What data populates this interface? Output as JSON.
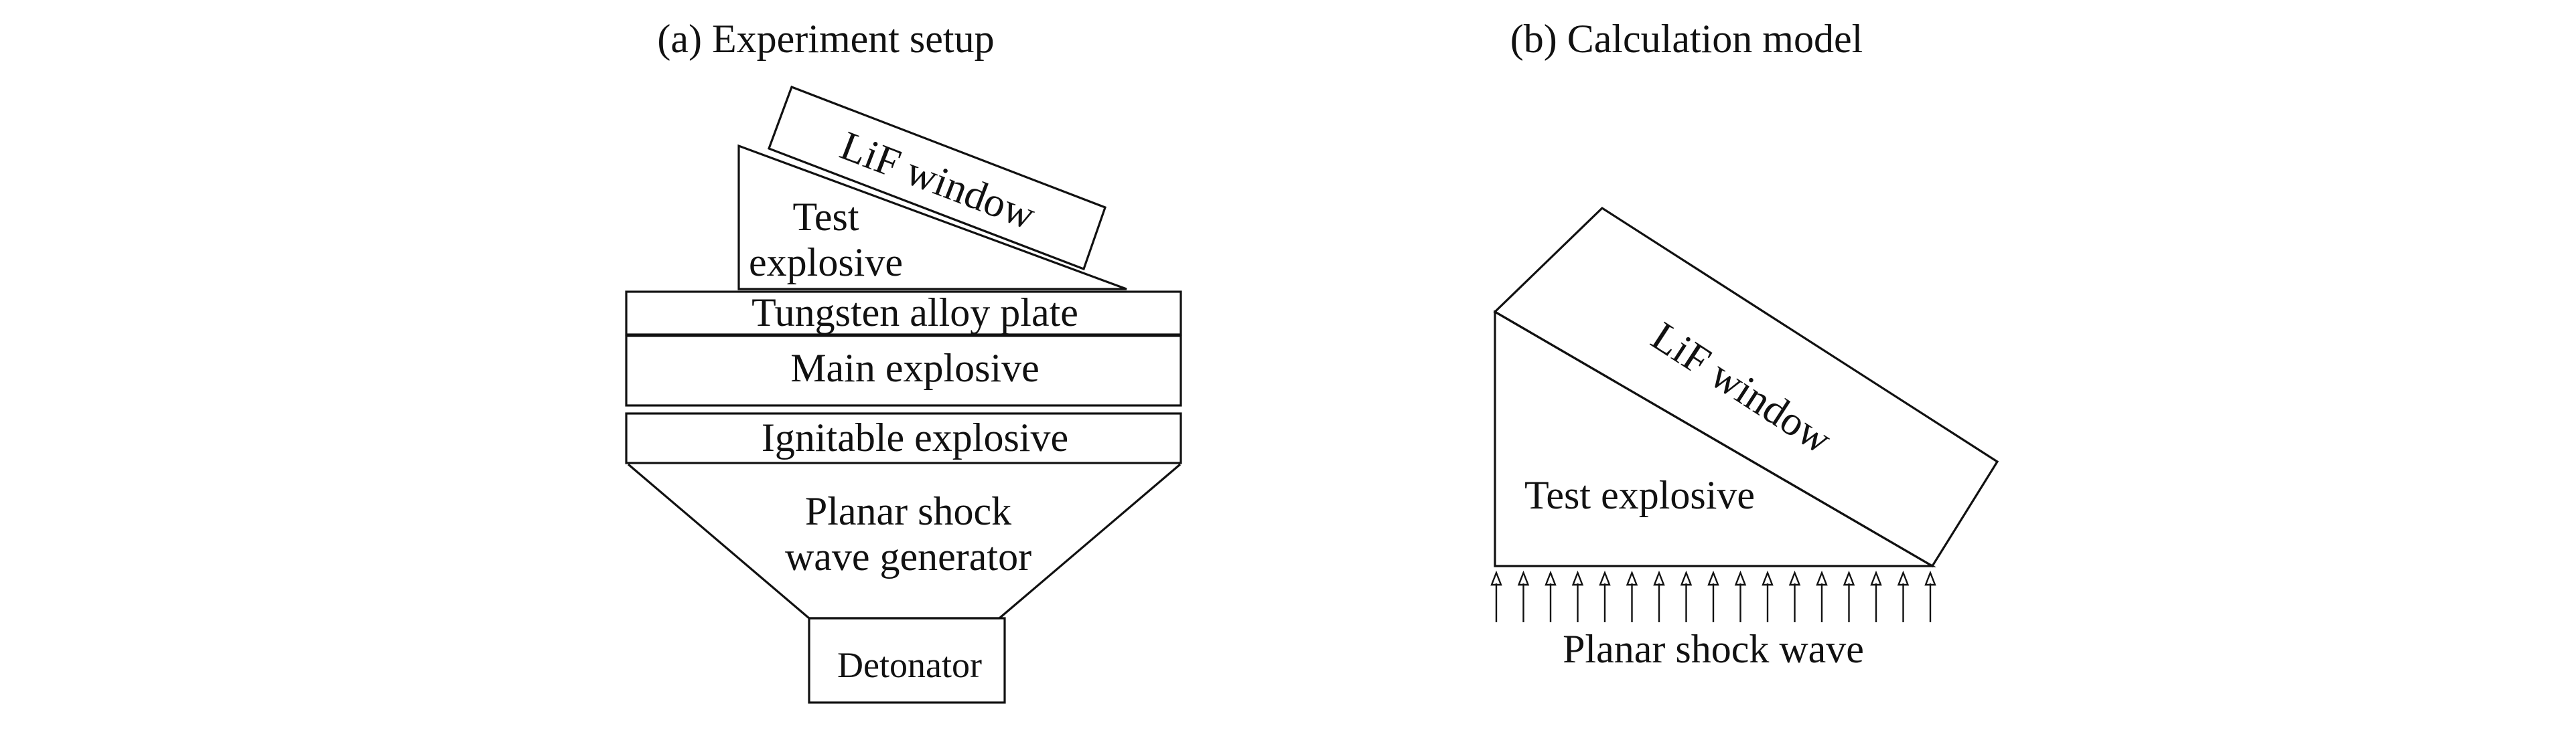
{
  "panel_a": {
    "title": "(a) Experiment setup",
    "labels": {
      "lif_window": "LiF window",
      "test_explosive_line1": "Test",
      "test_explosive_line2": "explosive",
      "tungsten_plate": "Tungsten alloy plate",
      "main_explosive": "Main explosive",
      "ignitable_explosive": "Ignitable explosive",
      "generator_line1": "Planar shock",
      "generator_line2": "wave generator",
      "detonator": "Detonator"
    }
  },
  "panel_b": {
    "title": "(b) Calculation model",
    "labels": {
      "lif_window": "LiF window",
      "test_explosive": "Test explosive",
      "planar_shock_wave": "Planar shock wave"
    },
    "shock_arrow_count": 17
  }
}
